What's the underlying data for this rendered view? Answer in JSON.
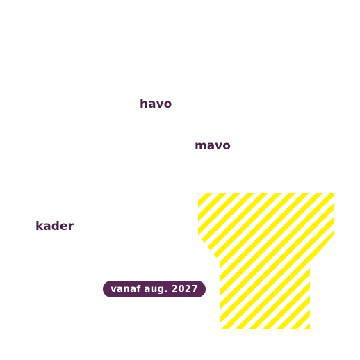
{
  "labels": {
    "havo": "havo",
    "mavo": "mavo",
    "kader": "kader"
  },
  "badge": {
    "text": "vanaf aug. 2027"
  },
  "colors": {
    "text": "#4a2149",
    "badge_bg": "#5a2656",
    "badge_text": "#ffffff",
    "stripe": "#fff200"
  }
}
